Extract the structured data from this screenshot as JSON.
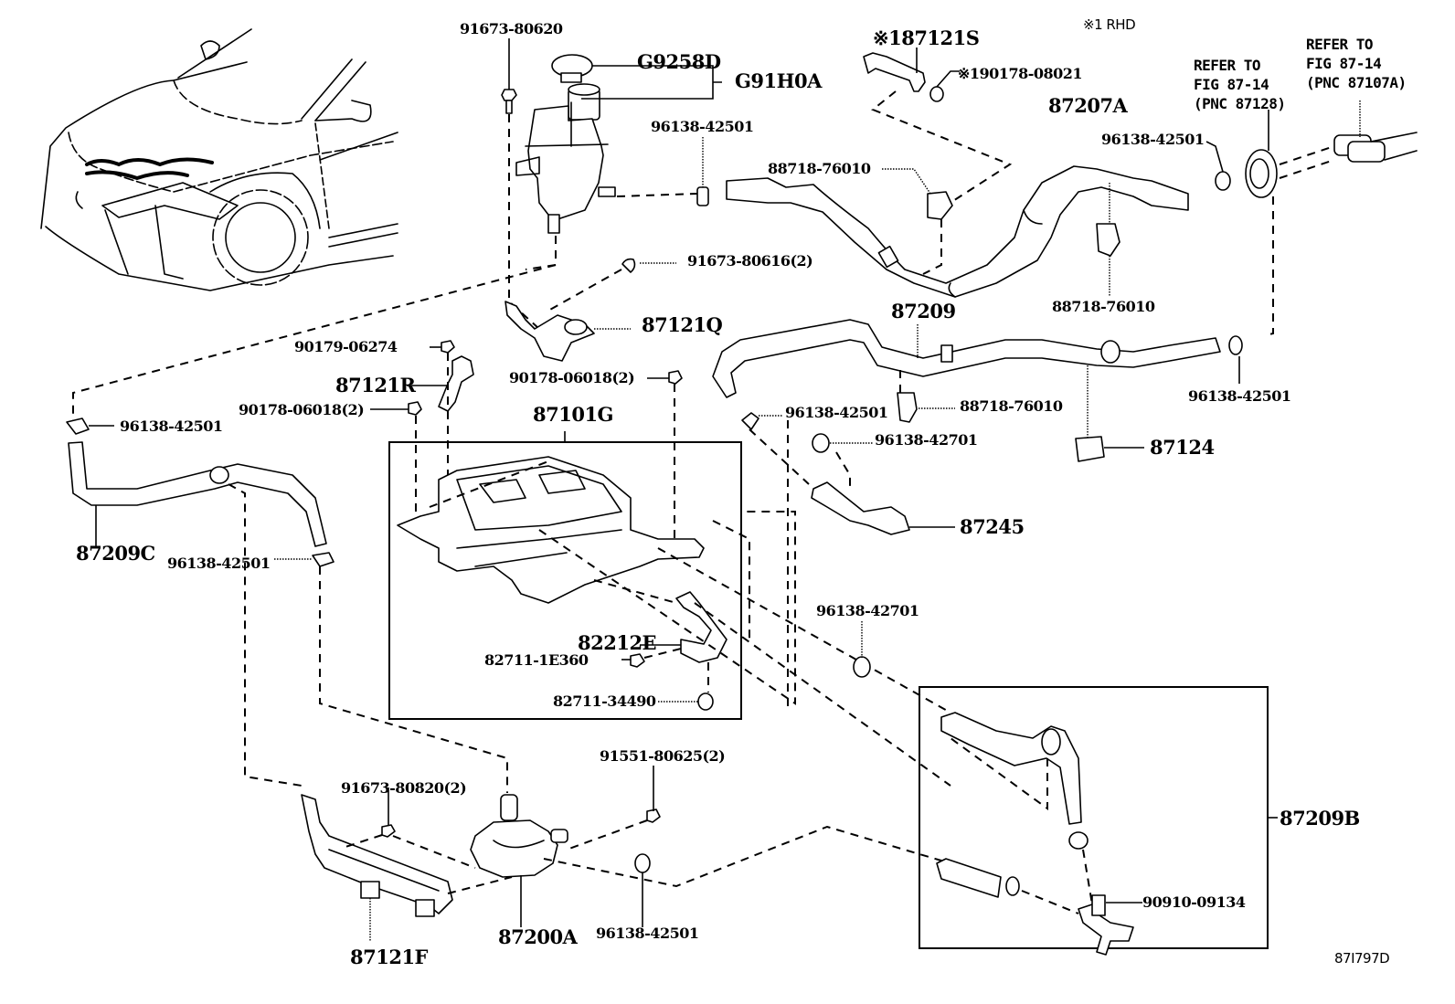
{
  "diagram": {
    "figure_id": "87I797D",
    "note": "※1 RHD",
    "references": [
      {
        "id": "ref-87128",
        "lines": [
          "REFER TO",
          "FIG 87-14",
          "(PNC 87128)"
        ]
      },
      {
        "id": "ref-87107a",
        "lines": [
          "REFER TO",
          "FIG 87-14",
          "(PNC 87107A)"
        ]
      }
    ],
    "labels": {
      "p91673_80620": "91673-80620",
      "pG9258D": "G9258D",
      "pG91H0A": "G91H0A",
      "p96138_42501_tank": "96138-42501",
      "p87121S": "※187121S",
      "p90178_08021": "※190178-08021",
      "p87207A": "87207A",
      "p96138_42501_top": "96138-42501",
      "p88718_76010_a": "88718-76010",
      "p88718_76010_b": "88718-76010",
      "p91673_80616": "91673-80616(2)",
      "p87121Q": "87121Q",
      "p87209": "87209",
      "p90179_06274": "90179-06274",
      "p87121R": "87121R",
      "p90178_06018_a": "90178-06018(2)",
      "p90178_06018_b": "90178-06018(2)",
      "p87101G": "87101G",
      "p96138_42501_mid": "96138-42501",
      "p88718_76010_c": "88718-76010",
      "p96138_42701_a": "96138-42701",
      "p87124": "87124",
      "p96138_42501_right": "96138-42501",
      "p96138_42501_left": "96138-42501",
      "p87209C": "87209C",
      "p96138_42501_lower": "96138-42501",
      "p87245": "87245",
      "p82212E": "82212E",
      "p82711_1E360": "82711-1E360",
      "p82711_34490": "82711-34490",
      "p96138_42701_b": "96138-42701",
      "p91673_80820": "91673-80820(2)",
      "p91551_80625": "91551-80625(2)",
      "p87200A": "87200A",
      "p96138_42501_bottom": "96138-42501",
      "p87121F": "87121F",
      "p87209B": "87209B",
      "p90910_09134": "90910-09134"
    }
  }
}
